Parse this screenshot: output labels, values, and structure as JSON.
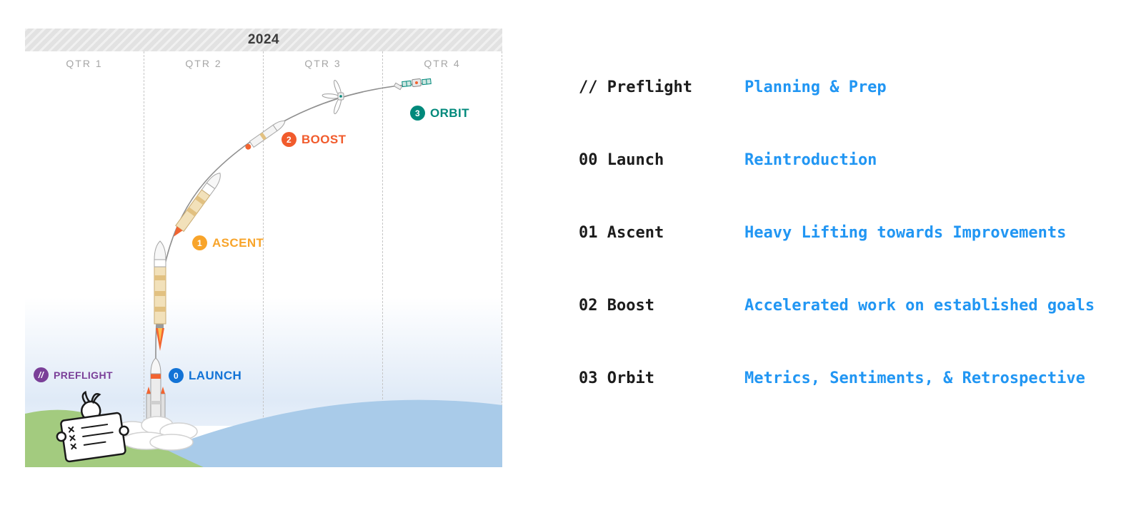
{
  "timeline": {
    "year": "2024",
    "quarters": [
      "QTR 1",
      "QTR 2",
      "QTR 3",
      "QTR 4"
    ],
    "milestones": [
      {
        "id": "preflight",
        "badge": "//",
        "label": "PREFLIGHT",
        "color": "#7a3f98"
      },
      {
        "id": "launch",
        "badge": "0",
        "label": "LAUNCH",
        "color": "#1373d6"
      },
      {
        "id": "ascent",
        "badge": "1",
        "label": "ASCENT",
        "color": "#f8a42a"
      },
      {
        "id": "boost",
        "badge": "2",
        "label": "BOOST",
        "color": "#f15b2c"
      },
      {
        "id": "orbit",
        "badge": "3",
        "label": "ORBIT",
        "color": "#00897b"
      }
    ]
  },
  "legend": {
    "accent_color": "#2196f3",
    "items": [
      {
        "code": "// Preflight",
        "description": "Planning & Prep"
      },
      {
        "code": "00 Launch",
        "description": "Reintroduction"
      },
      {
        "code": "01 Ascent",
        "description": "Heavy Lifting towards Improvements"
      },
      {
        "code": "02 Boost",
        "description": "Accelerated work on established goals"
      },
      {
        "code": "03 Orbit",
        "description": "Metrics, Sentiments, & Retrospective"
      }
    ]
  }
}
